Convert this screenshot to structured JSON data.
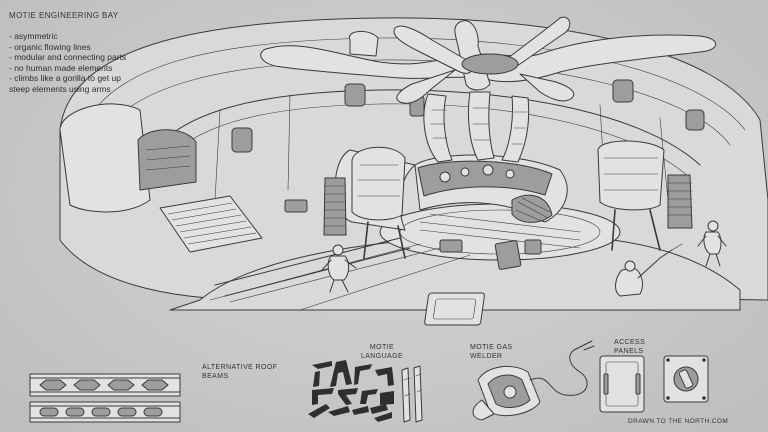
{
  "header": {
    "title": "MOTIE ENGINEERING BAY"
  },
  "notes": [
    "- asymmetric",
    "- organic flowing lines",
    "- modular and connecting parts",
    "- no human made elements",
    "- climbs like a gorilla to get up",
    "steep elements using arms"
  ],
  "callouts": {
    "roof_beams": "ALTERNATIVE ROOF\nBEAMS",
    "language": "MOTIE\nLANGUAGE",
    "gas_welder": "MOTIE GAS\nWELDER",
    "access_panels": "ACCESS\nPANELS"
  },
  "credit": "DRAWN TO THE NORTH.COM",
  "colors": {
    "background": "#c9c9c9",
    "ink": "#3a3a3a",
    "highlight": "#e2e2e2"
  }
}
